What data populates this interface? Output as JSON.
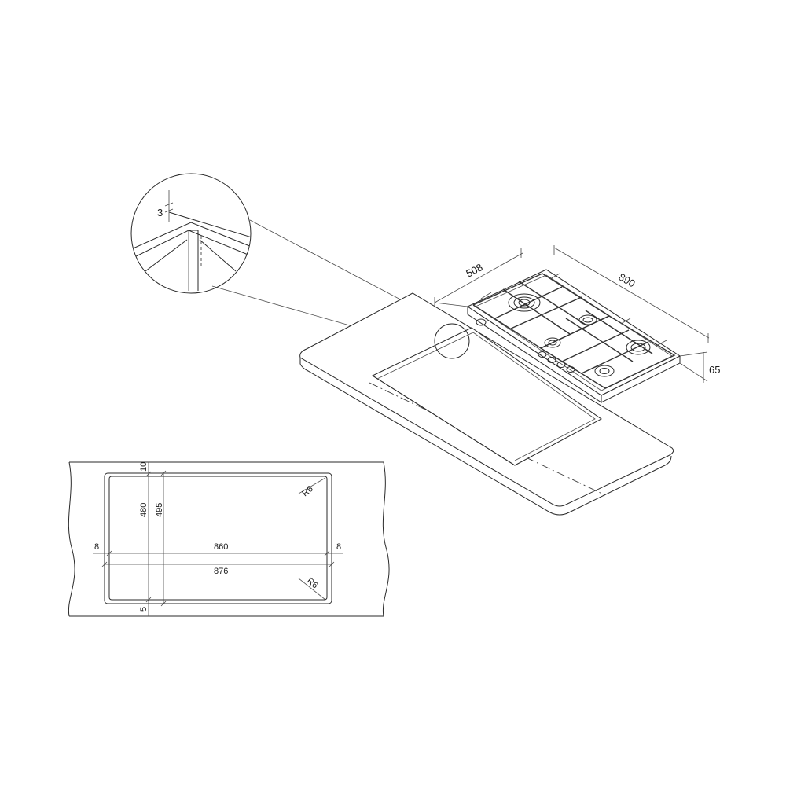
{
  "detail_view": {
    "gap_label": "3"
  },
  "isometric_view": {
    "depth_label": "508",
    "width_label": "890",
    "height_label": "65"
  },
  "cutout_plan": {
    "top_margin_label": "10",
    "bottom_margin_label": "5",
    "inner_height_label": "480",
    "outer_height_label": "495",
    "left_margin_label": "8",
    "right_margin_label": "8",
    "inner_width_label": "860",
    "outer_width_label": "876",
    "radius_top_label": "R6",
    "radius_bottom_label": "R6"
  }
}
